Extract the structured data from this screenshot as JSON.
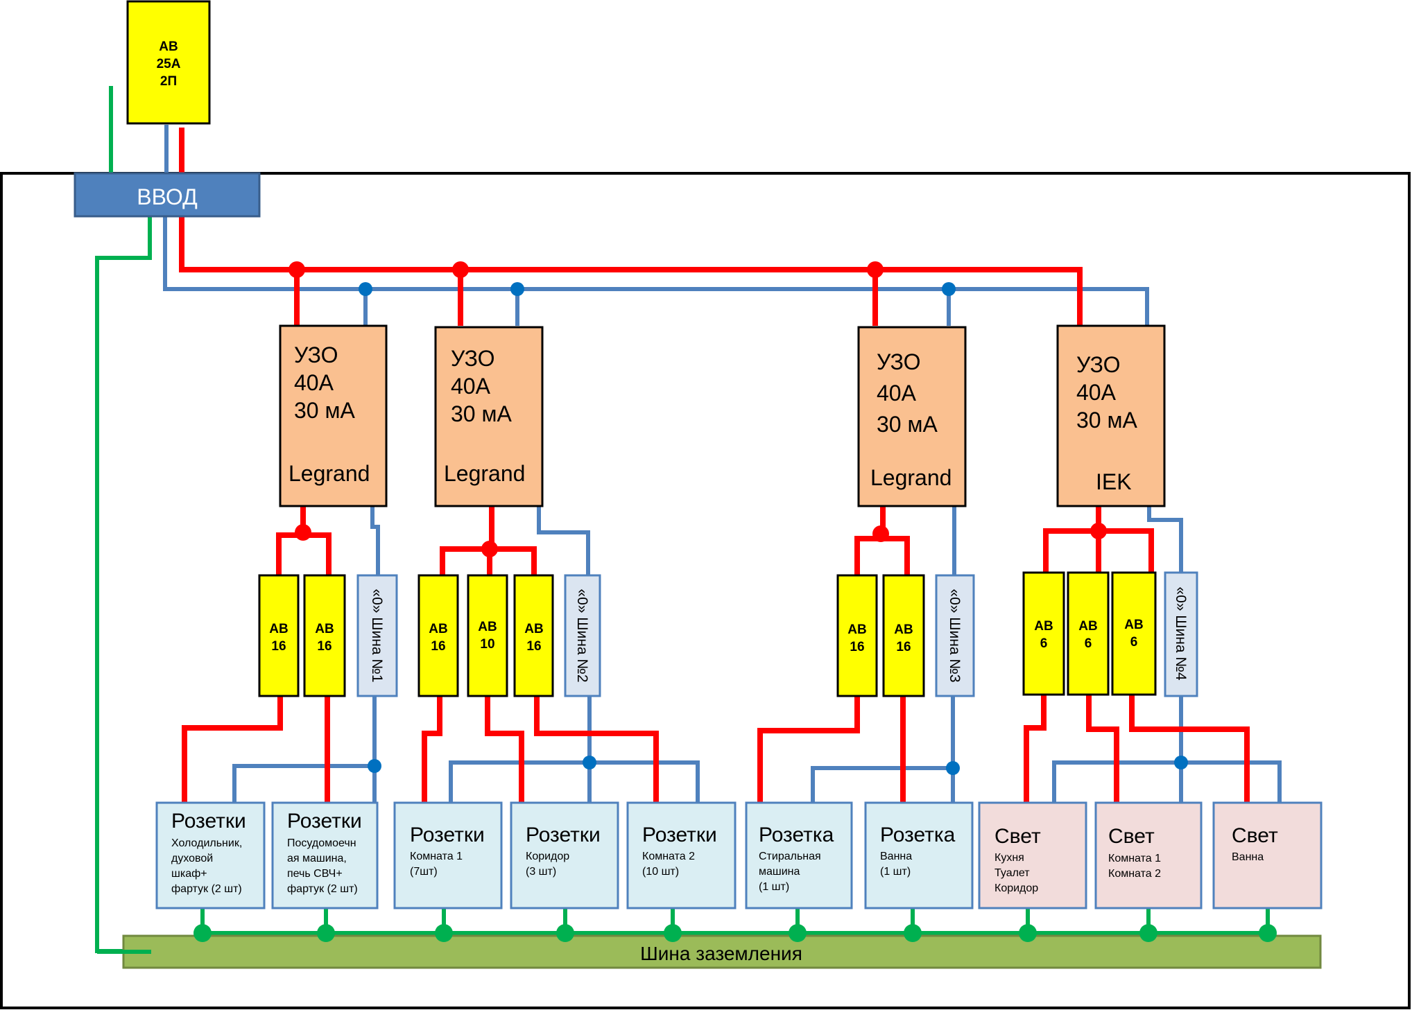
{
  "main_breaker": {
    "lines": [
      "АВ",
      "25А",
      "2П"
    ]
  },
  "input_label": "ВВОД",
  "ground_bus_label": "Шина заземления",
  "colors": {
    "phase": "#ff0000",
    "neutral": "#4f81bd",
    "ground": "#00b050",
    "breaker": "#ffff00",
    "rcd": "#fac090",
    "neutral_bus": "#dbe5f1",
    "socket": "#daeef3",
    "light": "#f2dcdb",
    "input": "#4f81bd",
    "ground_bus": "#9bbb59"
  },
  "rcds": [
    {
      "lines": [
        "УЗО",
        "40А",
        "30 мА"
      ],
      "brand": "Legrand"
    },
    {
      "lines": [
        "УЗО",
        "40А",
        "30 мА"
      ],
      "brand": "Legrand"
    },
    {
      "lines": [
        "УЗО",
        "40А",
        "30 мА"
      ],
      "brand": "Legrand"
    },
    {
      "lines": [
        "УЗО",
        "40А",
        "30 мА"
      ],
      "brand": "IEK"
    }
  ],
  "breakers": [
    {
      "lines": [
        "АВ",
        "16"
      ]
    },
    {
      "lines": [
        "АВ",
        "16"
      ]
    },
    {
      "lines": [
        "АВ",
        "16"
      ]
    },
    {
      "lines": [
        "АВ",
        "10"
      ]
    },
    {
      "lines": [
        "АВ",
        "16"
      ]
    },
    {
      "lines": [
        "АВ",
        "16"
      ]
    },
    {
      "lines": [
        "АВ",
        "16"
      ]
    },
    {
      "lines": [
        "АВ",
        "6"
      ]
    },
    {
      "lines": [
        "АВ",
        "6"
      ]
    },
    {
      "lines": [
        "АВ",
        "6"
      ]
    }
  ],
  "neutral_buses": [
    "«0» Шина №1",
    "«0» Шина №2",
    "«0» Шина №3",
    "«0» Шина №4"
  ],
  "circuits": [
    {
      "title": "Розетки",
      "desc": [
        "Холодильник,",
        "духовой",
        "шкаф+",
        "фартук (2 шт)"
      ]
    },
    {
      "title": "Розетки",
      "desc": [
        "Посудомоечн",
        "ая машина,",
        "печь СВЧ+",
        "фартук (2 шт)"
      ]
    },
    {
      "title": "Розетки",
      "desc": [
        "Комната 1",
        "(7шт)"
      ]
    },
    {
      "title": "Розетки",
      "desc": [
        "Коридор",
        "(3 шт)"
      ]
    },
    {
      "title": "Розетки",
      "desc": [
        "Комната 2",
        "(10 шт)"
      ]
    },
    {
      "title": "Розетка",
      "desc": [
        "Стиральная",
        "машина",
        "(1 шт)"
      ]
    },
    {
      "title": "Розетка",
      "desc": [
        "Ванна",
        "(1 шт)"
      ]
    },
    {
      "title": "Свет",
      "desc": [
        "Кухня",
        "Туалет",
        "Коридор"
      ]
    },
    {
      "title": "Свет",
      "desc": [
        "Комната 1",
        "Комната 2"
      ]
    },
    {
      "title": "Свет",
      "desc": [
        "Ванна"
      ]
    }
  ]
}
